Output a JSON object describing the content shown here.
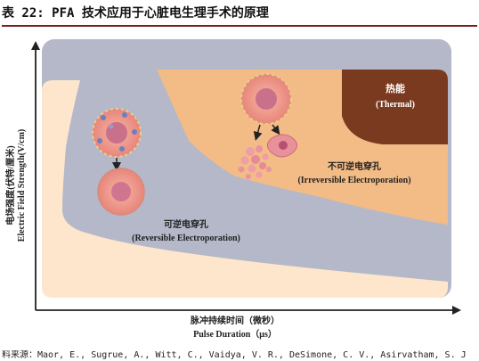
{
  "caption": {
    "text": "表 22: PFA 技术应用于心脏电生理手术的原理"
  },
  "diagram": {
    "y_axis": {
      "label_cn": "电场强度(伏特/厘米)",
      "label_en": "Electric Field Strength(V/cm)"
    },
    "x_axis": {
      "label_cn": "脉冲持续时间（微秒）",
      "label_en": "Pulse Duration（μs）"
    },
    "regions": {
      "thermal": {
        "label_cn": "热能",
        "label_en": "(Thermal)",
        "color": "#7a3a1f"
      },
      "irreversible": {
        "label_cn": "不可逆电穿孔",
        "label_en": "(Irreversible Electroporation)",
        "color": "#f3bb86"
      },
      "reversible": {
        "label_cn": "可逆电穿孔",
        "label_en": "(Reversible Electroporation)",
        "color": "#fde6cc"
      },
      "background": {
        "color": "#b4b8c8"
      }
    }
  },
  "source": {
    "text": "料来源：Maor, E., Sugrue, A., Witt, C., Vaidya, V. R., DeSimone, C. V., Asirvatham, S. J"
  }
}
